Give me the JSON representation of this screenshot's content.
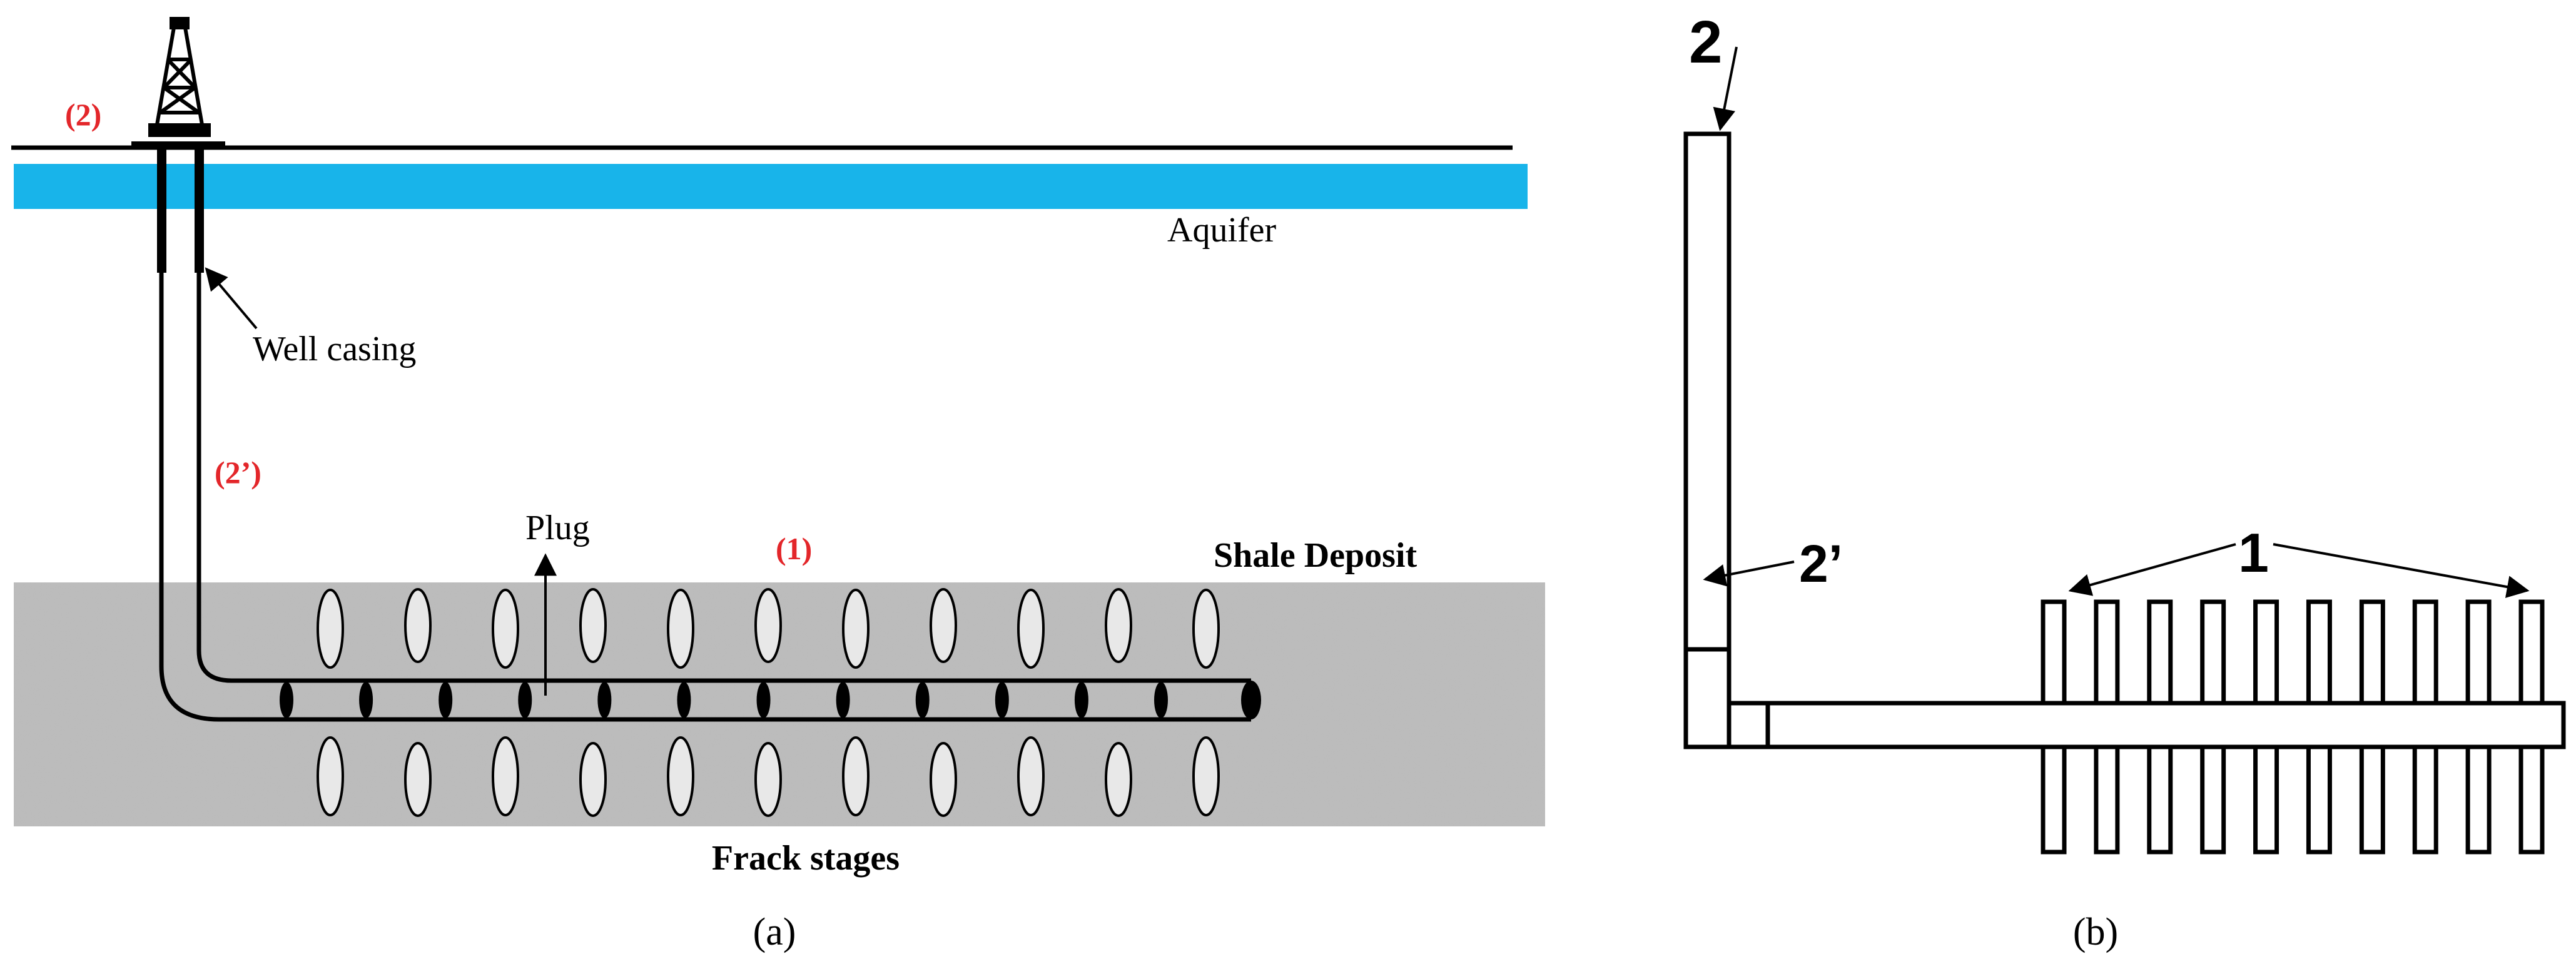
{
  "colors": {
    "aquifer": "#18b4ea",
    "shale": "#bcbcbc",
    "fracture_fill": "#e8e8e8",
    "red_label": "#e3262a",
    "line": "#000000",
    "background": "#ffffff"
  },
  "panel_a": {
    "label_2": "(2)",
    "label_2prime": "(2’)",
    "label_1": "(1)",
    "aquifer_label": "Aquifer",
    "well_casing_label": "Well casing",
    "plug_label": "Plug",
    "shale_label": "Shale Deposit",
    "frack_label": "Frack stages",
    "caption": "(a)",
    "icon": "drilling-rig-icon",
    "fracture_stage_count": 11,
    "plug_count": 12
  },
  "panel_b": {
    "label_2": "2",
    "label_2prime": "2’",
    "label_1": "1",
    "caption": "(b)",
    "fracture_stage_count": 10
  }
}
